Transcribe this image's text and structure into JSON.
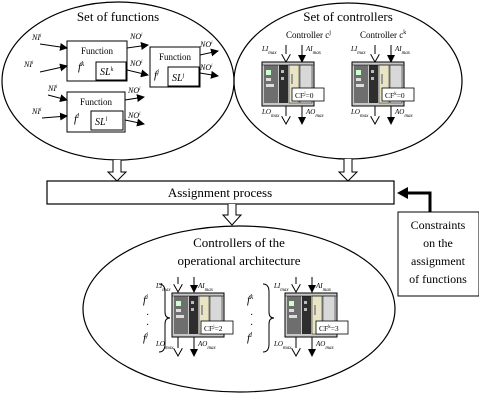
{
  "functions": {
    "title": "Set of functions",
    "box_label": "Function",
    "f_k": {
      "f": "f",
      "sup": "k",
      "sl": "SL",
      "sl_sup": "k"
    },
    "f_j": {
      "f": "f",
      "sup": "j",
      "sl": "SL",
      "sl_sup": "j"
    },
    "f_l": {
      "f": "f",
      "sup": "l",
      "sl": "SL",
      "sl_sup": "l"
    },
    "io": {
      "ni": "NI",
      "no": "NO",
      "sub": "i"
    }
  },
  "controllers": {
    "title": "Set of controllers",
    "c1": {
      "label": "Controller c",
      "sup": "j",
      "cf": "CF",
      "cf_sup": "j",
      "cf_val": "=0"
    },
    "c2": {
      "label": "Controller c",
      "sup": "k",
      "cf": "CF",
      "cf_sup": "k",
      "cf_val": "=0"
    },
    "io": {
      "li": "LI",
      "ai": "AI",
      "lo": "LO",
      "ao": "AO",
      "max": "max"
    }
  },
  "assignment": {
    "label": "Assignment process"
  },
  "constraints": {
    "lines": [
      "Constraints",
      "on the",
      "assignment",
      "of functions"
    ]
  },
  "architecture": {
    "title_lines": [
      "Controllers of the",
      "operational architecture"
    ],
    "left": {
      "top": "f",
      "top_sup": "i",
      "bottom": "f",
      "bottom_sup": "j",
      "cf": "CF",
      "cf_sup": "j",
      "cf_val": "=2"
    },
    "right": {
      "top": "f",
      "top_sup": "k",
      "bottom": "f",
      "bottom_sup": "l",
      "cf": "CF",
      "cf_sup": "k",
      "cf_val": "=3"
    }
  }
}
